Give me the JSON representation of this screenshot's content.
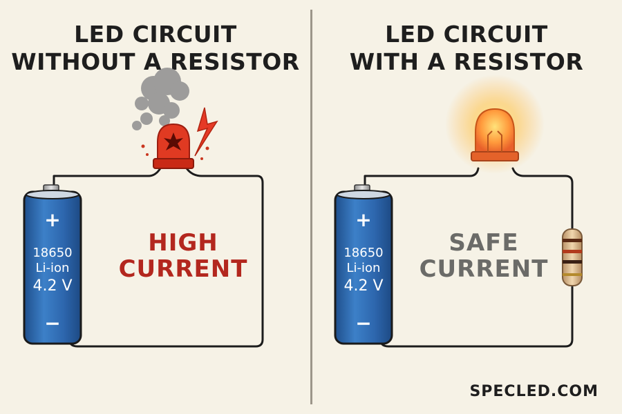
{
  "left_panel": {
    "title_line1": "LED CIRCUIT",
    "title_line2": "WITHOUT A RESISTOR",
    "current_line1": "HIGH",
    "current_line2": "CURRENT",
    "battery": {
      "plus": "+",
      "minus": "−",
      "line1": "18650",
      "line2": "Li-ion",
      "line3": "4.2 V"
    }
  },
  "right_panel": {
    "title_line1": "LED CIRCUIT",
    "title_line2": "WITH A RESISTOR",
    "current_line1": "SAFE",
    "current_line2": "CURRENT",
    "battery": {
      "plus": "+",
      "minus": "−",
      "line1": "18650",
      "line2": "Li-ion",
      "line3": "4.2 V"
    }
  },
  "brand": "SPECLED.COM",
  "colors": {
    "background": "#f6f2e6",
    "battery_blue": "#2f6db5",
    "led_red": "#e03a22",
    "led_orange": "#ff8a3a",
    "high_current": "#b3271e",
    "safe_current": "#6b6b68"
  },
  "icons": [
    "burnt-led-icon",
    "smoke-icon",
    "spark-icon",
    "glowing-led-icon",
    "resistor-icon",
    "battery-icon"
  ]
}
